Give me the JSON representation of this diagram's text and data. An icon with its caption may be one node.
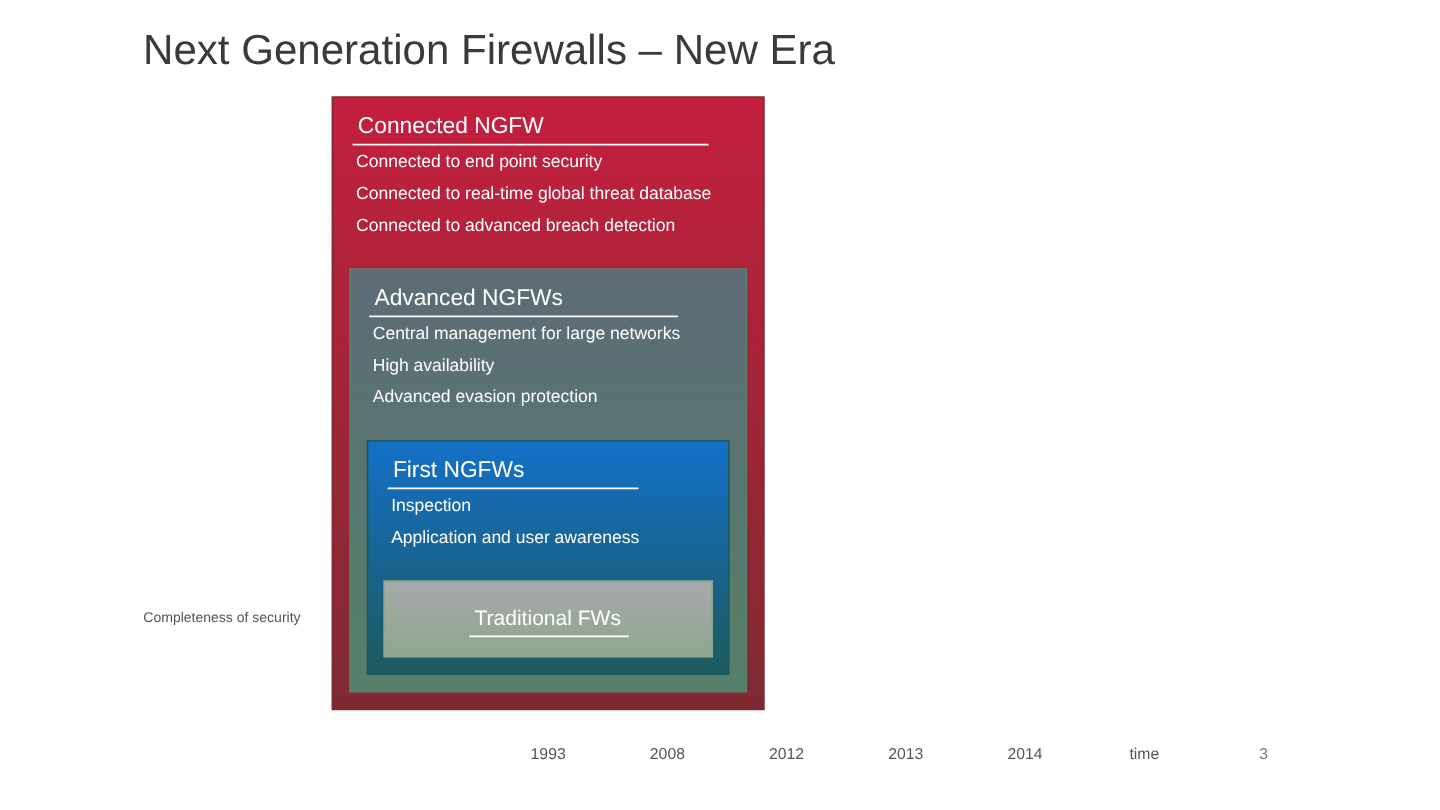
{
  "diagram": {
    "title": "Next Generation Firewalls – New Era",
    "nodes": [
      {
        "text": [
          "Connected NGFW",
          "Connected to end point security",
          "Connected to real-time global threat database",
          "Connected to advanced breach detection"
        ]
      },
      {
        "text": [
          "Advanced NGFWs",
          "Central management for large networks",
          "High availability",
          "Advanced evasion protection"
        ],
        "in": 0
      },
      {
        "text": [
          "First NGFWs",
          "Inspection",
          "Application and user awareness"
        ],
        "in": 1
      },
      {
        "text": [
          "Traditional FWs"
        ],
        "in": 2
      }
    ],
    "labels": [
      "Completeness of security",
      "1993",
      "2008",
      "2012",
      "2013",
      "2014",
      "time",
      "3"
    ]
  }
}
